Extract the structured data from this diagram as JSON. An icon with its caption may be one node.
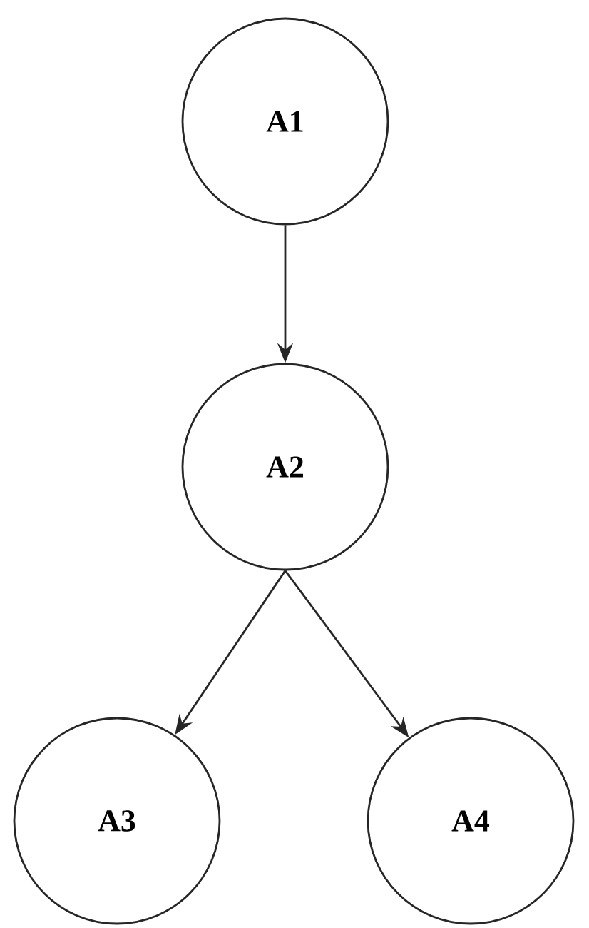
{
  "diagram": {
    "nodes": [
      {
        "text": [
          "A1"
        ]
      },
      {
        "text": [
          "A2"
        ]
      },
      {
        "text": [
          "A3"
        ]
      },
      {
        "text": [
          "A4"
        ]
      }
    ],
    "edges": [
      {
        "from": 0,
        "to": 1,
        "arrow": "to"
      },
      {
        "from": 1,
        "to": 2,
        "arrow": "to"
      },
      {
        "from": 1,
        "to": 3,
        "arrow": "to"
      }
    ]
  }
}
